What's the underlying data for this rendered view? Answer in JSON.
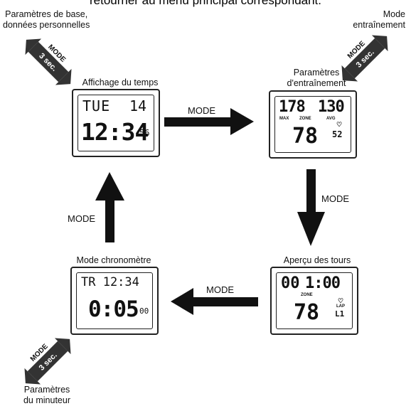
{
  "header_partial": "retourner au menu principal correspondant.",
  "top_left_label": [
    "Paramètres de base,",
    "données personnelles"
  ],
  "top_right_label": [
    "Mode",
    "entraînement"
  ],
  "bottom_left_label": [
    "Paramètres",
    "du minuteur"
  ],
  "states": {
    "time": {
      "title": "Affichage du temps",
      "day": "TUE",
      "date": "14",
      "time": "12:34",
      "seconds": "56"
    },
    "training": {
      "title": [
        "Paramètres",
        "d'entraînement"
      ],
      "left_value": "178",
      "right_value": "130",
      "max_label": "MAX",
      "zone_label": "ZONE",
      "avg_label": "AVG",
      "main_value": "78",
      "side_value": "52"
    },
    "laps": {
      "title": "Aperçu des tours",
      "left_value": "00",
      "right_value": "1:00",
      "zone_label": "ZONE",
      "lap_label": "LAP",
      "main_value": "78",
      "side_value": "L1"
    },
    "stopwatch": {
      "title": "Mode chronomètre",
      "top_line": "TR 12:34",
      "main_value": "0:05",
      "hundredths": "00"
    }
  },
  "arrows": {
    "time_to_training": "MODE",
    "training_to_laps": "MODE",
    "laps_to_stopwatch": "MODE",
    "stopwatch_to_time": "MODE"
  },
  "badges": {
    "mode": "MODE",
    "hold": "3 sec."
  },
  "colors": {
    "ink": "#111111",
    "badge_fill": "#333333"
  }
}
